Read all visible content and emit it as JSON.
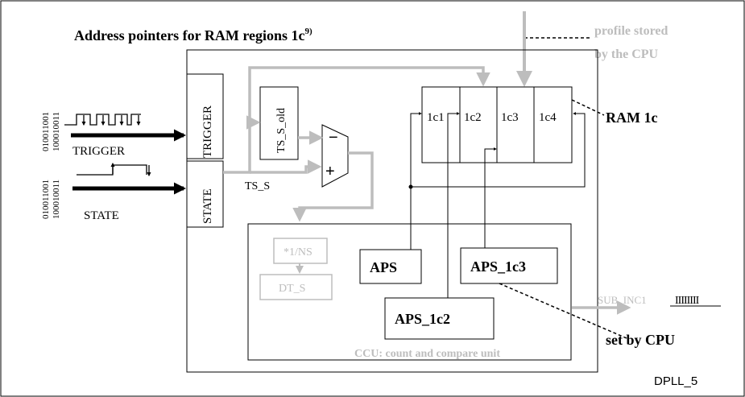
{
  "title": {
    "main": "Address pointers for RAM regions 1c",
    "sup": "9)"
  },
  "profile_note": [
    "profile stored",
    "by the CPU"
  ],
  "ram": {
    "label": "RAM 1c",
    "cells": [
      "1c1",
      "1c2",
      "1c3",
      "1c4"
    ]
  },
  "inputs": {
    "trigger_bits": [
      "010011001",
      "100010011"
    ],
    "state_bits": [
      "010011001",
      "100010011"
    ],
    "trigger_label": "TRIGGER",
    "state_label": "STATE"
  },
  "blocks": {
    "trigger": "TRIGGER",
    "state": "STATE",
    "ts_s_old": "TS_S_old",
    "ts_s": "TS_S",
    "minus": "−",
    "plus": "+",
    "mult": "*1/NS",
    "dt_s": "DT_S",
    "aps": "APS",
    "aps_1c3": "APS_1c3",
    "aps_1c2": "APS_1c2"
  },
  "ccu_label": "CCU: count and compare unit",
  "sub_inc": {
    "label": "SUB_INC1",
    "pulses": "IIIIIIII"
  },
  "set_by_cpu": "set by CPU",
  "figure_id": "DPLL_5",
  "colors": {
    "gray": "#bdbdbd",
    "black": "#000000"
  }
}
